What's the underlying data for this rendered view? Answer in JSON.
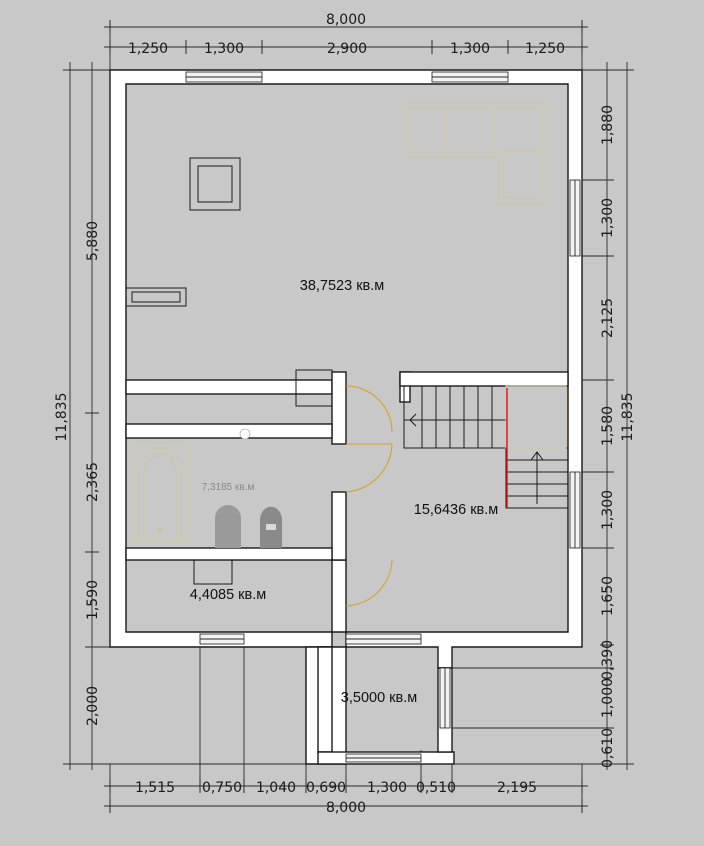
{
  "dimensions": {
    "top_total": "8,000",
    "top_segments": [
      "1,250",
      "1,300",
      "2,900",
      "1,300",
      "1,250"
    ],
    "bottom_segments": [
      "1,515",
      "0,750",
      "1,040",
      "0,690",
      "1,300",
      "0,510",
      "2,195"
    ],
    "bottom_total": "8,000",
    "left_total": "11,835",
    "left_segments": [
      "5,880",
      "2,365",
      "1,590",
      "2,000"
    ],
    "right_total": "11,835",
    "right_segments": [
      "1,880",
      "1,300",
      "2,125",
      "1,580",
      "1,300",
      "1,650",
      "0,390",
      "1,000",
      "0,610"
    ]
  },
  "rooms": {
    "living": "38,7523 кв.м",
    "bathroom": "7,3185 кв.м",
    "hall": "15,6436 кв.м",
    "utility": "4,4085 кв.м",
    "porch": "3,5000 кв.м"
  },
  "colors": {
    "background": "#c8c8c8",
    "wall_fill": "#ffffff",
    "line": "#1a1a1a",
    "furniture": "#cfc79a",
    "door_swing": "#d8a020",
    "stair_edge": "#e01010"
  }
}
